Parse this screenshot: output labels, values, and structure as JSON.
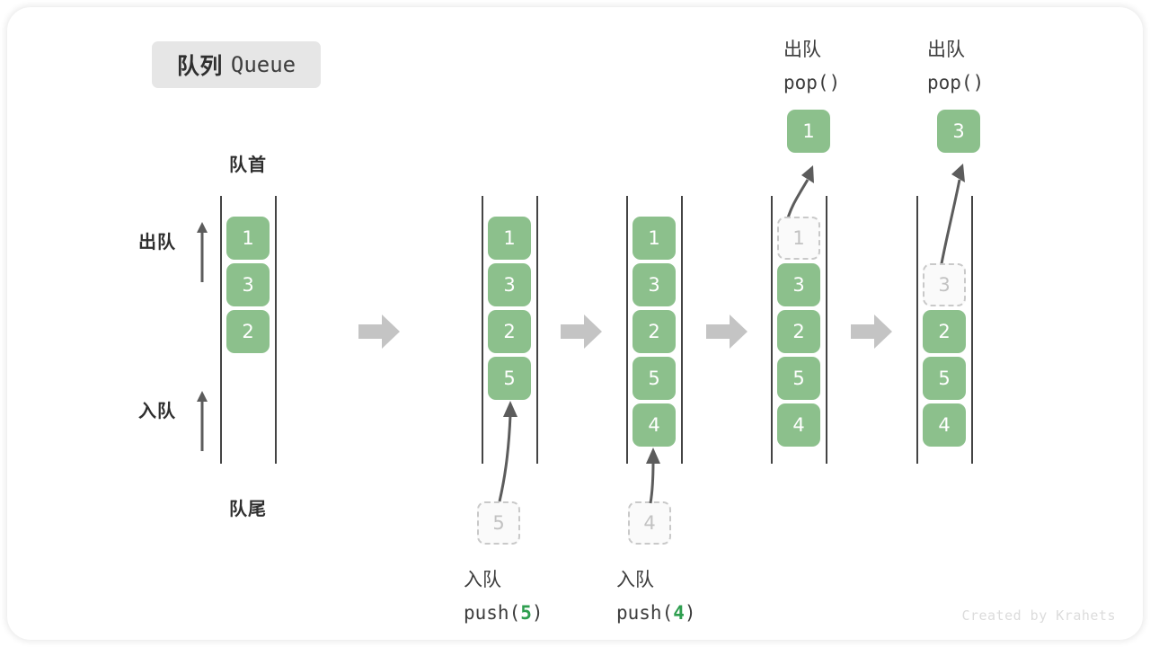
{
  "title": {
    "cn": "队列",
    "en": "Queue"
  },
  "labels": {
    "front": "队首",
    "rear": "队尾",
    "dequeue": "出队",
    "enqueue": "入队"
  },
  "colors": {
    "cell_green": "#8cc08c",
    "ghost_fill": "#fafafa",
    "ghost_border": "#c9c9c9",
    "rail": "#444444",
    "sep_arrow": "#c4c4c4",
    "curve_arrow": "#5c5c5c",
    "title_chip": "#e6e6e6",
    "code_number": "#2e9e4f"
  },
  "panels": [
    {
      "id": "initial",
      "cells": [
        {
          "value": "1",
          "state": "filled"
        },
        {
          "value": "3",
          "state": "filled"
        },
        {
          "value": "2",
          "state": "filled"
        }
      ]
    },
    {
      "id": "after-push-5",
      "cells": [
        {
          "value": "1",
          "state": "filled"
        },
        {
          "value": "3",
          "state": "filled"
        },
        {
          "value": "2",
          "state": "filled"
        },
        {
          "value": "5",
          "state": "filled"
        }
      ],
      "incoming": {
        "value": "5"
      },
      "caption": {
        "cn": "入队",
        "code_prefix": "push(",
        "code_num": "5",
        "code_suffix": ")"
      }
    },
    {
      "id": "after-push-4",
      "cells": [
        {
          "value": "1",
          "state": "filled"
        },
        {
          "value": "3",
          "state": "filled"
        },
        {
          "value": "2",
          "state": "filled"
        },
        {
          "value": "5",
          "state": "filled"
        },
        {
          "value": "4",
          "state": "filled"
        }
      ],
      "incoming": {
        "value": "4"
      },
      "caption": {
        "cn": "入队",
        "code_prefix": "push(",
        "code_num": "4",
        "code_suffix": ")"
      }
    },
    {
      "id": "after-pop-1",
      "cells": [
        {
          "value": "1",
          "state": "ghost"
        },
        {
          "value": "3",
          "state": "filled"
        },
        {
          "value": "2",
          "state": "filled"
        },
        {
          "value": "5",
          "state": "filled"
        },
        {
          "value": "4",
          "state": "filled"
        }
      ],
      "popped": {
        "value": "1"
      },
      "caption": {
        "cn": "出队",
        "code": "pop()"
      }
    },
    {
      "id": "after-pop-3",
      "cells": [
        {
          "value": "",
          "state": "empty"
        },
        {
          "value": "3",
          "state": "ghost"
        },
        {
          "value": "2",
          "state": "filled"
        },
        {
          "value": "5",
          "state": "filled"
        },
        {
          "value": "4",
          "state": "filled"
        }
      ],
      "popped": {
        "value": "3"
      },
      "caption": {
        "cn": "出队",
        "code": "pop()"
      }
    }
  ],
  "credit": "Created by Krahets"
}
